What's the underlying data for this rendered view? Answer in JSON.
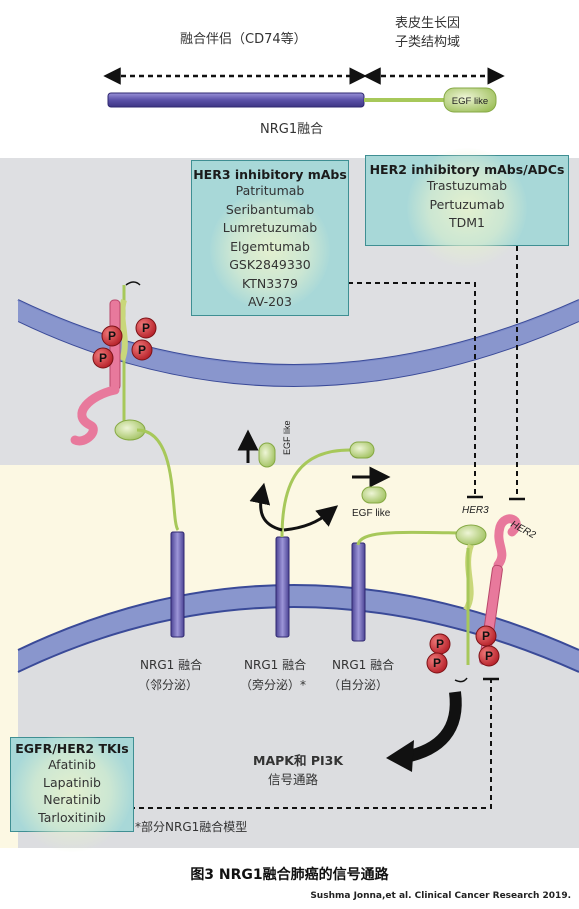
{
  "header": {
    "fusion_partner_label": "融合伴侣（CD74等）",
    "egf_domain_label_line1": "表皮生长因",
    "egf_domain_label_line2": "子类结构域",
    "egf_like_tag": "EGF like",
    "nrg1_fusion_label": "NRG1融合"
  },
  "her3_box": {
    "title": "HER3 inhibitory mAbs",
    "items": [
      "Patritumab",
      "Seribantumab",
      "Lumretuzumab",
      "Elgemtumab",
      "GSK2849330",
      "KTN3379",
      "AV-203"
    ]
  },
  "her2_box": {
    "title": "HER2 inhibitory mAbs/ADCs",
    "items": [
      "Trastuzumab",
      "Pertuzumab",
      "TDM1"
    ]
  },
  "tki_box": {
    "title": "EGFR/HER2 TKIs",
    "items": [
      "Afatinib",
      "Lapatinib",
      "Neratinib",
      "Tarloxitinib"
    ]
  },
  "labels": {
    "egf_like_vertical": "EGF like",
    "egf_like_right": "EGF like",
    "her3": "HER3",
    "her2": "HER2",
    "phospho": "P",
    "mode_paracrine": [
      "NRG1  融合",
      "（邻分泌）"
    ],
    "mode_juxtacrine": [
      "NRG1  融合",
      "（旁分泌）*"
    ],
    "mode_autocrine": [
      "NRG1  融合",
      "（自分泌）"
    ],
    "pathway_line1": "MAPK和 PI3K",
    "pathway_line2": "信号通路",
    "footnote": "*部分NRG1融合模型"
  },
  "caption": "图3   NRG1融合肺癌的信号通路",
  "citation": "Sushma Jonna,et al. Clinical Cancer Research 2019.",
  "colors": {
    "membrane": "#6f7fc0",
    "receptor": "#7d74be",
    "linker": "#a7c85a",
    "her2_pink": "#e8799c",
    "phospho_red": "#d8343a",
    "box_teal": "#a8d8d8",
    "cell_gray": "#dcdde0",
    "cream": "#fcf8e3"
  }
}
